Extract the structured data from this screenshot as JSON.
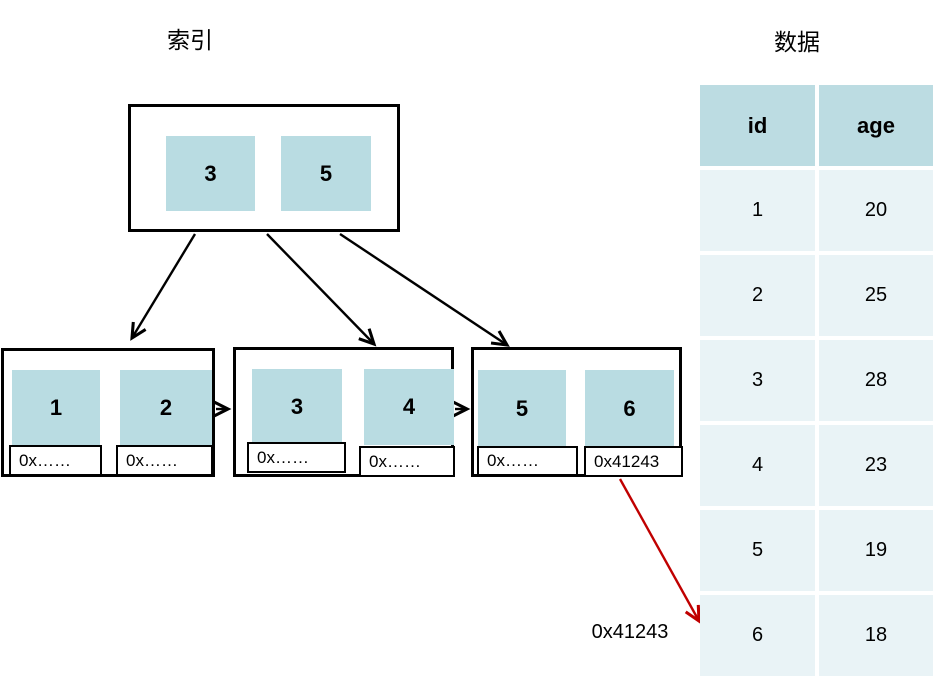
{
  "titles": {
    "index": "索引",
    "data": "数据"
  },
  "colors": {
    "key_cell_fill": "#b9dce2",
    "table_header_fill": "#bcdce2",
    "table_row_fill": "#e9f3f6",
    "arrow_black": "#000000",
    "arrow_red": "#c00000"
  },
  "tree": {
    "root": {
      "keys": [
        "3",
        "5"
      ]
    },
    "leaves": [
      {
        "keys": [
          "1",
          "2"
        ],
        "pointers": [
          "0x……",
          "0x……"
        ]
      },
      {
        "keys": [
          "3",
          "4"
        ],
        "pointers": [
          "0x……",
          "0x……"
        ]
      },
      {
        "keys": [
          "5",
          "6"
        ],
        "pointers": [
          "0x……",
          "0x41243"
        ]
      }
    ]
  },
  "address_label": "0x41243",
  "table": {
    "headers": [
      "id",
      "age"
    ],
    "rows": [
      [
        "1",
        "20"
      ],
      [
        "2",
        "25"
      ],
      [
        "3",
        "28"
      ],
      [
        "4",
        "23"
      ],
      [
        "5",
        "19"
      ],
      [
        "6",
        "18"
      ]
    ]
  }
}
